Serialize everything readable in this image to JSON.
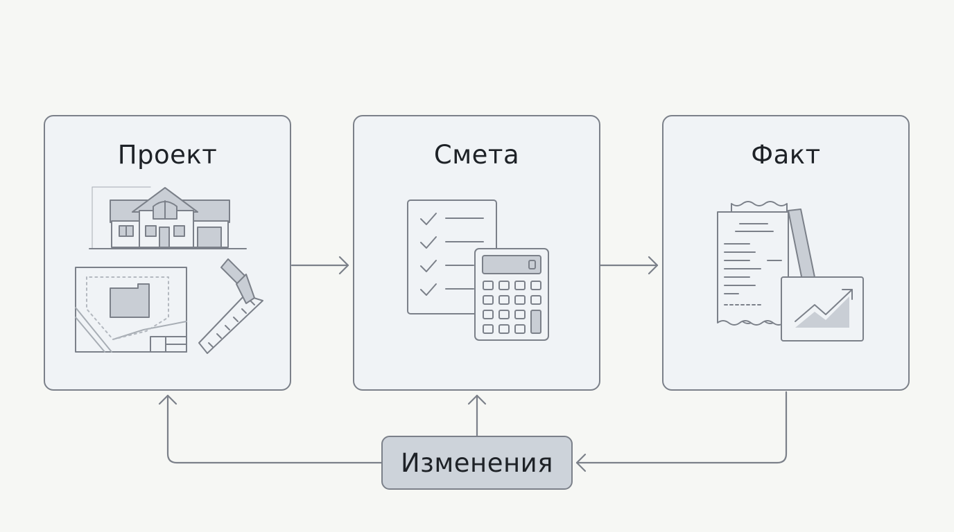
{
  "nodes": {
    "project": {
      "label": "Проект"
    },
    "estimate": {
      "label": "Смета"
    },
    "actual": {
      "label": "Факт"
    },
    "changes": {
      "label": "Изменения"
    }
  },
  "icons": {
    "project": [
      "house-facade-icon",
      "site-plan-icon",
      "ruler-square-icon"
    ],
    "estimate": [
      "checklist-icon",
      "calculator-icon"
    ],
    "actual": [
      "receipt-icon",
      "growth-chart-icon"
    ]
  },
  "colors": {
    "line": "#7b8089",
    "card_fill": "#f0f3f6",
    "changes_fill": "#cdd3da",
    "background": "#f6f7f4",
    "icon_fill": "#c9ced5"
  }
}
